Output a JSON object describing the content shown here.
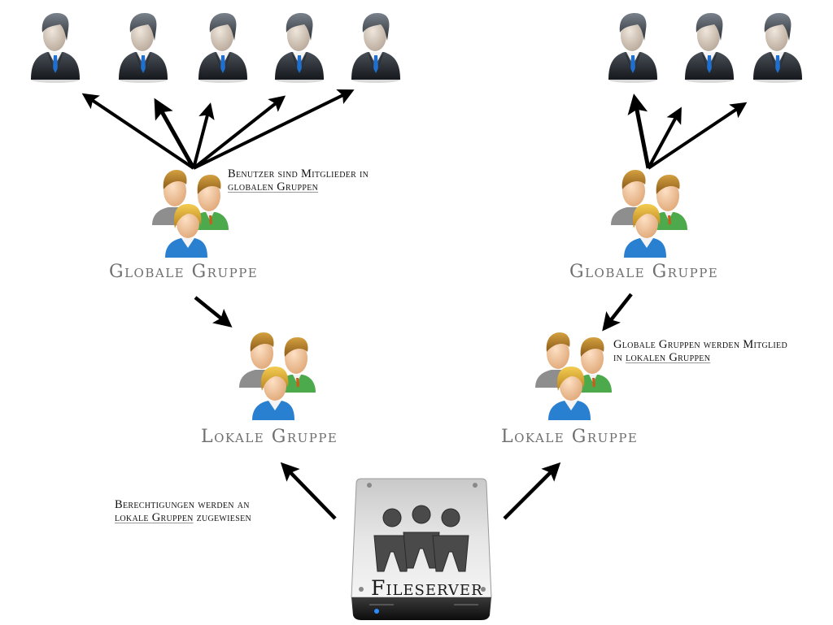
{
  "diagram": {
    "users_left": [
      {
        "name": "user-1",
        "icon": "businessman-icon"
      },
      {
        "name": "user-2",
        "icon": "businessman-icon"
      },
      {
        "name": "user-3",
        "icon": "businessman-icon"
      },
      {
        "name": "user-4",
        "icon": "businessman-icon"
      },
      {
        "name": "user-5",
        "icon": "businessman-icon"
      }
    ],
    "users_right": [
      {
        "name": "user-6",
        "icon": "businessman-icon"
      },
      {
        "name": "user-7",
        "icon": "businessman-icon"
      },
      {
        "name": "user-8",
        "icon": "businessman-icon"
      }
    ],
    "global_group_left_label": "Globale Gruppe",
    "global_group_right_label": "Globale Gruppe",
    "local_group_left_label": "Lokale Gruppe",
    "local_group_right_label": "Lokale Gruppe",
    "fileserver_label": "Fileserver",
    "notes": {
      "users_in_global": {
        "line1": "Benutzer sind Mitglieder in",
        "line2_underlined": "globalen Gruppen"
      },
      "global_in_local": {
        "line1": "Globale Gruppen werden Mitglied",
        "line2_prefix": "in ",
        "line2_underlined": "lokalen Gruppen"
      },
      "permissions_to_local": {
        "line1": "Berechtigungen werden an",
        "line2_underlined": "lokale Gruppen",
        "line2_suffix": " zugewiesen"
      }
    },
    "icons": {
      "user": "businessman-icon",
      "group": "user-group-icon",
      "server": "fileserver-drive-icon",
      "arrow": "arrow-icon"
    },
    "colors": {
      "label_gray": "#6f6f6f",
      "note_text": "#111111",
      "arrow": "#000000",
      "led": "#2a8cff"
    }
  }
}
